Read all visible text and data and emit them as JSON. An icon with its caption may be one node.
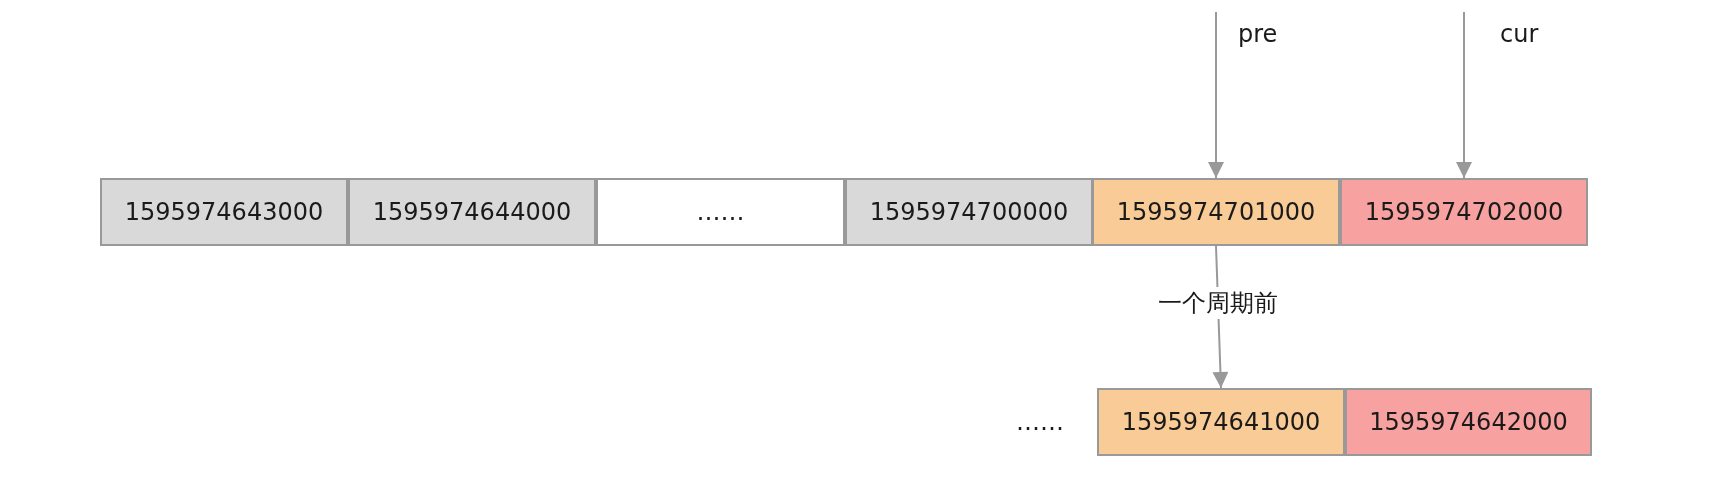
{
  "diagram": {
    "nodes": [
      {
        "text": [
          "1595974643000"
        ]
      },
      {
        "text": [
          "1595974644000"
        ]
      },
      {
        "text": [
          "……"
        ]
      },
      {
        "text": [
          "1595974700000"
        ]
      },
      {
        "text": [
          "1595974701000"
        ]
      },
      {
        "text": [
          "1595974702000"
        ]
      },
      {
        "text": [
          "1595974641000"
        ]
      },
      {
        "text": [
          "1595974642000"
        ]
      }
    ],
    "edges": [
      {
        "from": null,
        "to": 4,
        "arrow": "to",
        "label": "pre"
      },
      {
        "from": null,
        "to": 5,
        "arrow": "to",
        "label": "cur"
      },
      {
        "from": 4,
        "to": 6,
        "arrow": "to",
        "label": "一个周期前"
      }
    ],
    "labels": [
      "……"
    ]
  }
}
